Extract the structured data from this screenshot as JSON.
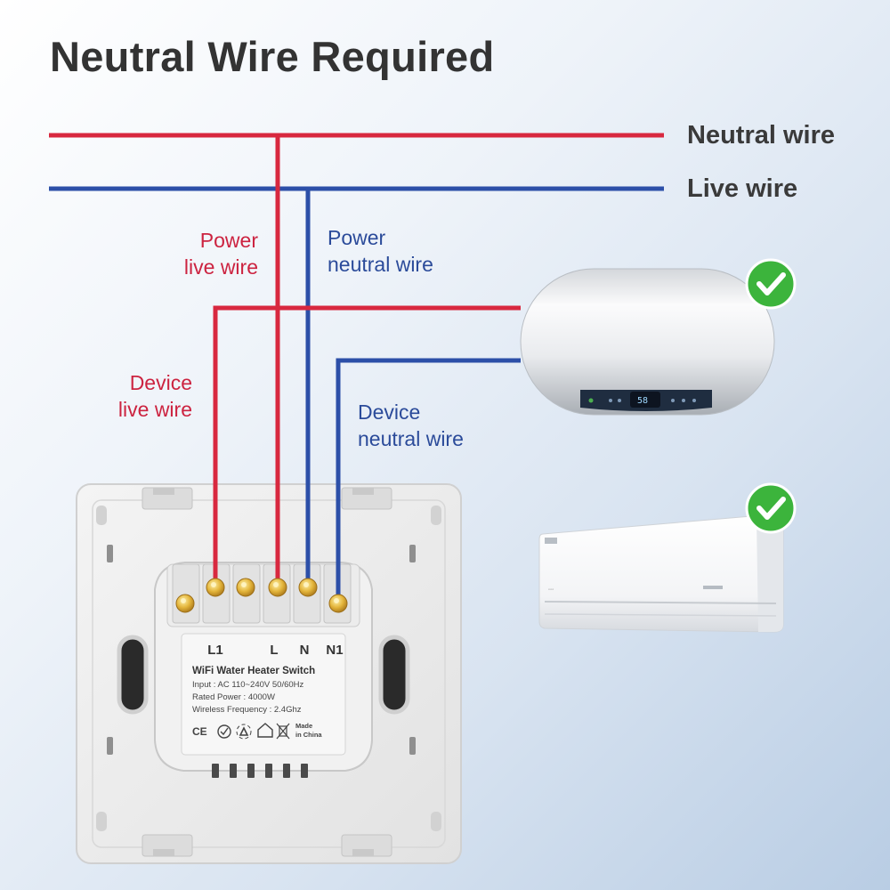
{
  "title": "Neutral Wire Required",
  "bus": {
    "top_label": "Neutral wire",
    "bottom_label": "Live wire"
  },
  "labels": {
    "power_live": [
      "Power",
      "live wire"
    ],
    "power_neutral": [
      "Power",
      "neutral wire"
    ],
    "device_live": [
      "Device",
      "live wire"
    ],
    "device_neutral": [
      "Device",
      "neutral wire"
    ]
  },
  "terminals": [
    "L1",
    "L",
    "N",
    "N1"
  ],
  "module_label": {
    "product": "WiFi Water Heater Switch",
    "input": "Input : AC 110~240V  50/60Hz",
    "rated_power": "Rated Power : 4000W",
    "wireless": "Wireless Frequency : 2.4Ghz",
    "cert_ce": "CE",
    "made_in": [
      "Made",
      "in China"
    ]
  },
  "heater_display": "58",
  "colors": {
    "red_wire": "#d8283f",
    "blue_wire": "#2c4fa8",
    "check_green": "#3cb43c",
    "title_text": "#333333"
  },
  "icons": [
    "check-circle-icon",
    "recycle-icon",
    "house-icon",
    "weee-bin-icon"
  ]
}
